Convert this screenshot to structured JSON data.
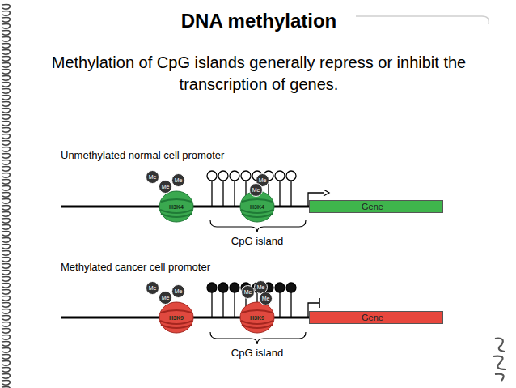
{
  "diagram": {
    "title": "DNA methylation",
    "nodes": [
      {
        "text": [
          "H3K4"
        ]
      },
      {
        "text": [
          "Me"
        ]
      },
      {
        "text": [
          "Me"
        ]
      },
      {
        "text": [
          "Me"
        ]
      },
      {
        "text": [
          "H3K4"
        ]
      },
      {
        "text": [
          "Me"
        ]
      },
      {
        "text": [
          "Me"
        ]
      },
      {
        "text": [
          "Gene"
        ]
      },
      {
        "text": [
          "H3K9"
        ]
      },
      {
        "text": [
          "Me"
        ]
      },
      {
        "text": [
          "Me"
        ]
      },
      {
        "text": [
          "Me"
        ]
      },
      {
        "text": [
          "H3K9"
        ]
      },
      {
        "text": [
          "Me"
        ]
      },
      {
        "text": [
          "Me"
        ]
      },
      {
        "text": [
          "Me"
        ]
      },
      {
        "text": [
          "Gene"
        ]
      }
    ],
    "labels": [
      "Methylation of CpG islands generally repress or inhibit the transcription of genes.",
      "Unmethylated normal cell promoter",
      "CpG island",
      "Methylated cancer cell promoter",
      "CpG island"
    ]
  }
}
